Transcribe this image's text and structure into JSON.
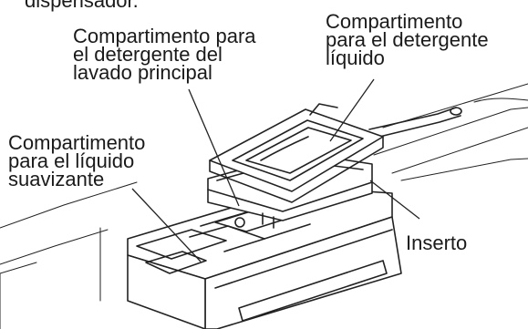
{
  "labels": {
    "top_cut": "dispensador.",
    "main_wash": "Compartimento para\nel detergente del\nlavado principal",
    "liquid_detergent": "Compartimento\npara el detergente\nlíquido",
    "softener": "Compartimento\npara el líquido\nsuavizante",
    "insert": "Inserto"
  }
}
